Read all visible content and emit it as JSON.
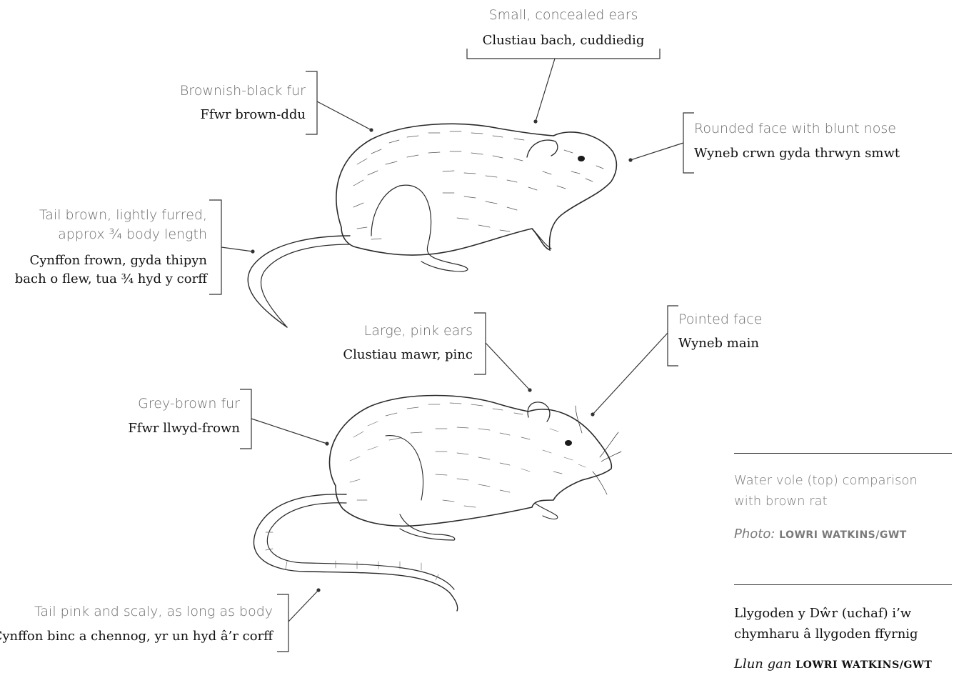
{
  "labels": {
    "vole_ears": {
      "en": "Small, concealed ears",
      "cy": "Clustiau bach, cuddiedig"
    },
    "vole_fur": {
      "en": "Brownish-black fur",
      "cy": "Ffwr brown-ddu"
    },
    "vole_face": {
      "en": "Rounded face with blunt nose",
      "cy": "Wyneb crwn gyda thrwyn smwt"
    },
    "vole_tail": {
      "en_line1": "Tail brown, lightly furred,",
      "en_line2": "approx ¾ body length",
      "cy_line1": "Cynffon frown, gyda thipyn",
      "cy_line2": "bach o flew, tua ¾ hyd y corff"
    },
    "rat_ears": {
      "en": "Large, pink ears",
      "cy": "Clustiau mawr, pinc"
    },
    "rat_face": {
      "en": "Pointed face",
      "cy": "Wyneb main"
    },
    "rat_fur": {
      "en": "Grey-brown fur",
      "cy": "Ffwr llwyd-frown"
    },
    "rat_tail": {
      "en": "Tail pink and scaly, as long as body",
      "cy": "Cynffon binc a chennog, yr un hyd â’r corff"
    }
  },
  "caption": {
    "en_line1": "Water vole (top) comparison",
    "en_line2": "with brown rat",
    "en_photo_label": "Photo:",
    "en_credit": "LOWRI WATKINS/GWT",
    "cy_line1": "Llygoden y Dŵr (uchaf) i’w",
    "cy_line2": "chymharu â llygoden ffyrnig",
    "cy_photo_label": "Llun gan",
    "cy_credit": "LOWRI WATKINS/GWT"
  }
}
